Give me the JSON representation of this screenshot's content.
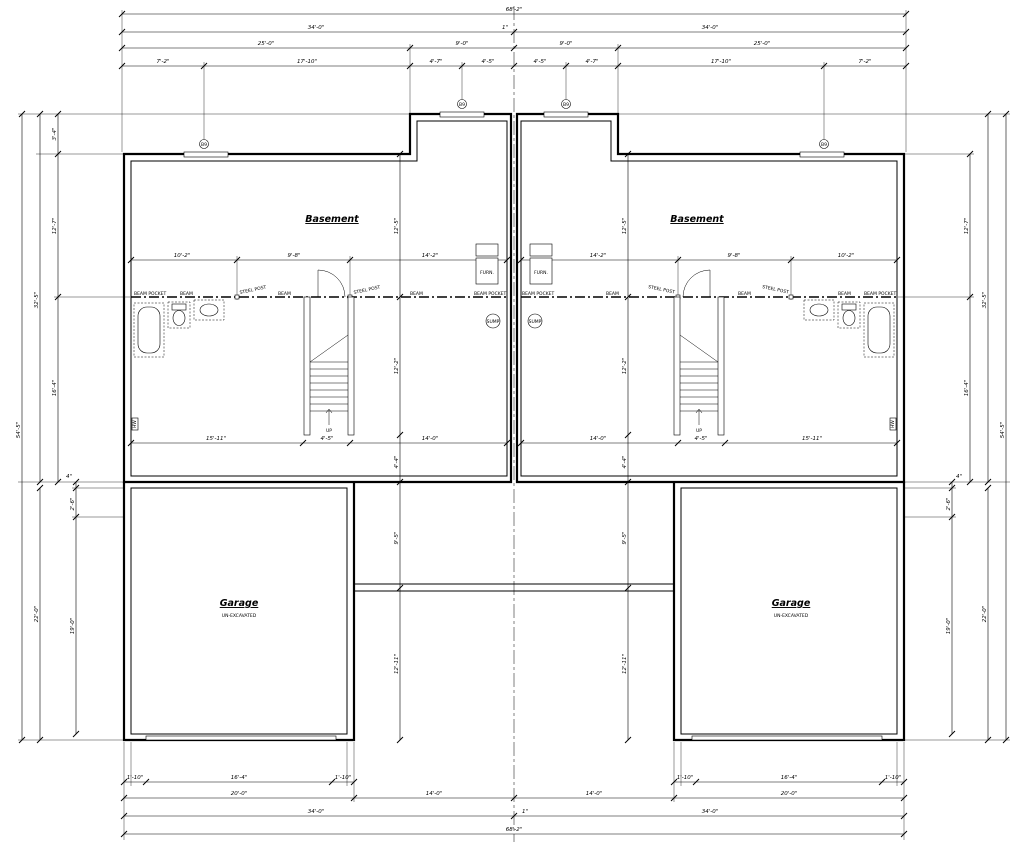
{
  "rooms": {
    "basement_left": {
      "name": "Basement"
    },
    "basement_right": {
      "name": "Basement"
    },
    "garage_left": {
      "name": "Garage",
      "sub": "UN-EXCAVATED"
    },
    "garage_right": {
      "name": "Garage",
      "sub": "UN-EXCAVATED"
    }
  },
  "notes": {
    "beam": "BEAM",
    "beam_pocket": "BEAM POCKET",
    "steel_post": "STEEL POST",
    "furnace": "FURN.",
    "sump": "SUMP",
    "up": "UP",
    "window_tag": "B9",
    "small_tag": "HW"
  },
  "dimensions": {
    "overall_top": "68'-2\"",
    "half_top_left": "34'-0\"",
    "half_top_right": "34'-0\"",
    "party_wall_top": "1\"",
    "row2_left_a": "25'-0\"",
    "row2_left_b": "9'-0\"",
    "row2_right_a": "9'-0\"",
    "row2_right_b": "25'-0\"",
    "row3_l1": "7'-2\"",
    "row3_l2": "17'-10\"",
    "row3_l3": "4'-7\"",
    "row3_l4": "4'-5\"",
    "row3_r1": "4'-5\"",
    "row3_r2": "4'-7\"",
    "row3_r3": "17'-10\"",
    "row3_r4": "7'-2\"",
    "base_l1": "10'-2\"",
    "base_l2": "9'-8\"",
    "base_l3": "14'-2\"",
    "base_r1": "14'-2\"",
    "base_r2": "9'-8\"",
    "base_r3": "10'-2\"",
    "lower_l1": "15'-11\"",
    "lower_l2": "4'-5\"",
    "lower_l3": "14'-0\"",
    "lower_r1": "14'-0\"",
    "lower_r2": "4'-5\"",
    "lower_r3": "15'-11\"",
    "v_bump": "3'-4\"",
    "v_upper": "12'-7\"",
    "v_lower": "16'-4\"",
    "v_total_base": "32'-5\"",
    "v_total": "54'-5\"",
    "v_garage": "22'-0\"",
    "v_garage_in": "19'-0\"",
    "v_small": "4\"",
    "v_small2": "2'-6\"",
    "v_mid_a": "12'-5\"",
    "v_mid_b": "12'-2\"",
    "v_mid_c": "4'-4\"",
    "v_mid_d": "9'-5\"",
    "v_mid_e": "12'-11\"",
    "bot_g1": "1'-10\"",
    "bot_g2": "16'-4\"",
    "bot_g3": "1'-10\"",
    "bot_l": "20'-0\"",
    "bot_mid_l": "14'-0\"",
    "bot_mid_r": "14'-0\"",
    "bot_r": "20'-0\"",
    "bot_half_l": "34'-0\"",
    "bot_half_r": "34'-0\"",
    "bot_total": "68'-2\"",
    "bot_party": "1\""
  }
}
